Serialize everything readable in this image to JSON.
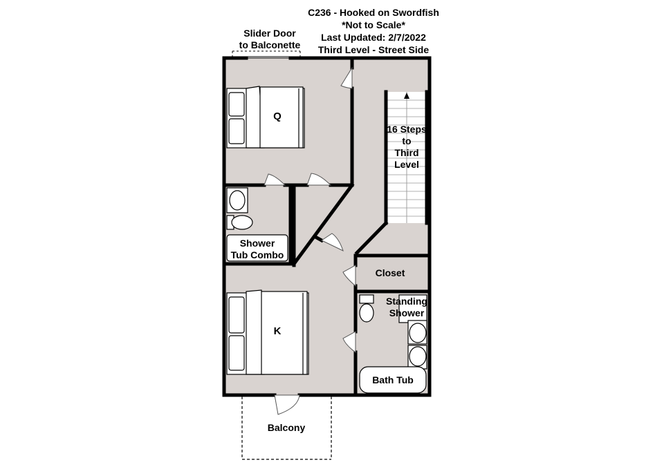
{
  "header": {
    "title": "C236 - Hooked on Swordfish",
    "scale_note": "*Not to Scale*",
    "updated": "Last Updated: 2/7/2022",
    "level": "Third Level - Street Side"
  },
  "labels": {
    "slider_line1": "Slider Door",
    "slider_line2": "to Balconette",
    "bed_queen": "Q",
    "bed_king": "K",
    "stairs_line1": "16 Steps",
    "stairs_line2": "to",
    "stairs_line3": "Third",
    "stairs_line4": "Level",
    "shower_tub_line1": "Shower",
    "shower_tub_line2": "Tub Combo",
    "closet": "Closet",
    "standing_line1": "Standing",
    "standing_line2": "Shower",
    "bath_tub": "Bath Tub",
    "balcony": "Balcony"
  },
  "colors": {
    "floor": "#d9d3d0",
    "wall": "#000000",
    "fixture": "#ffffff"
  }
}
